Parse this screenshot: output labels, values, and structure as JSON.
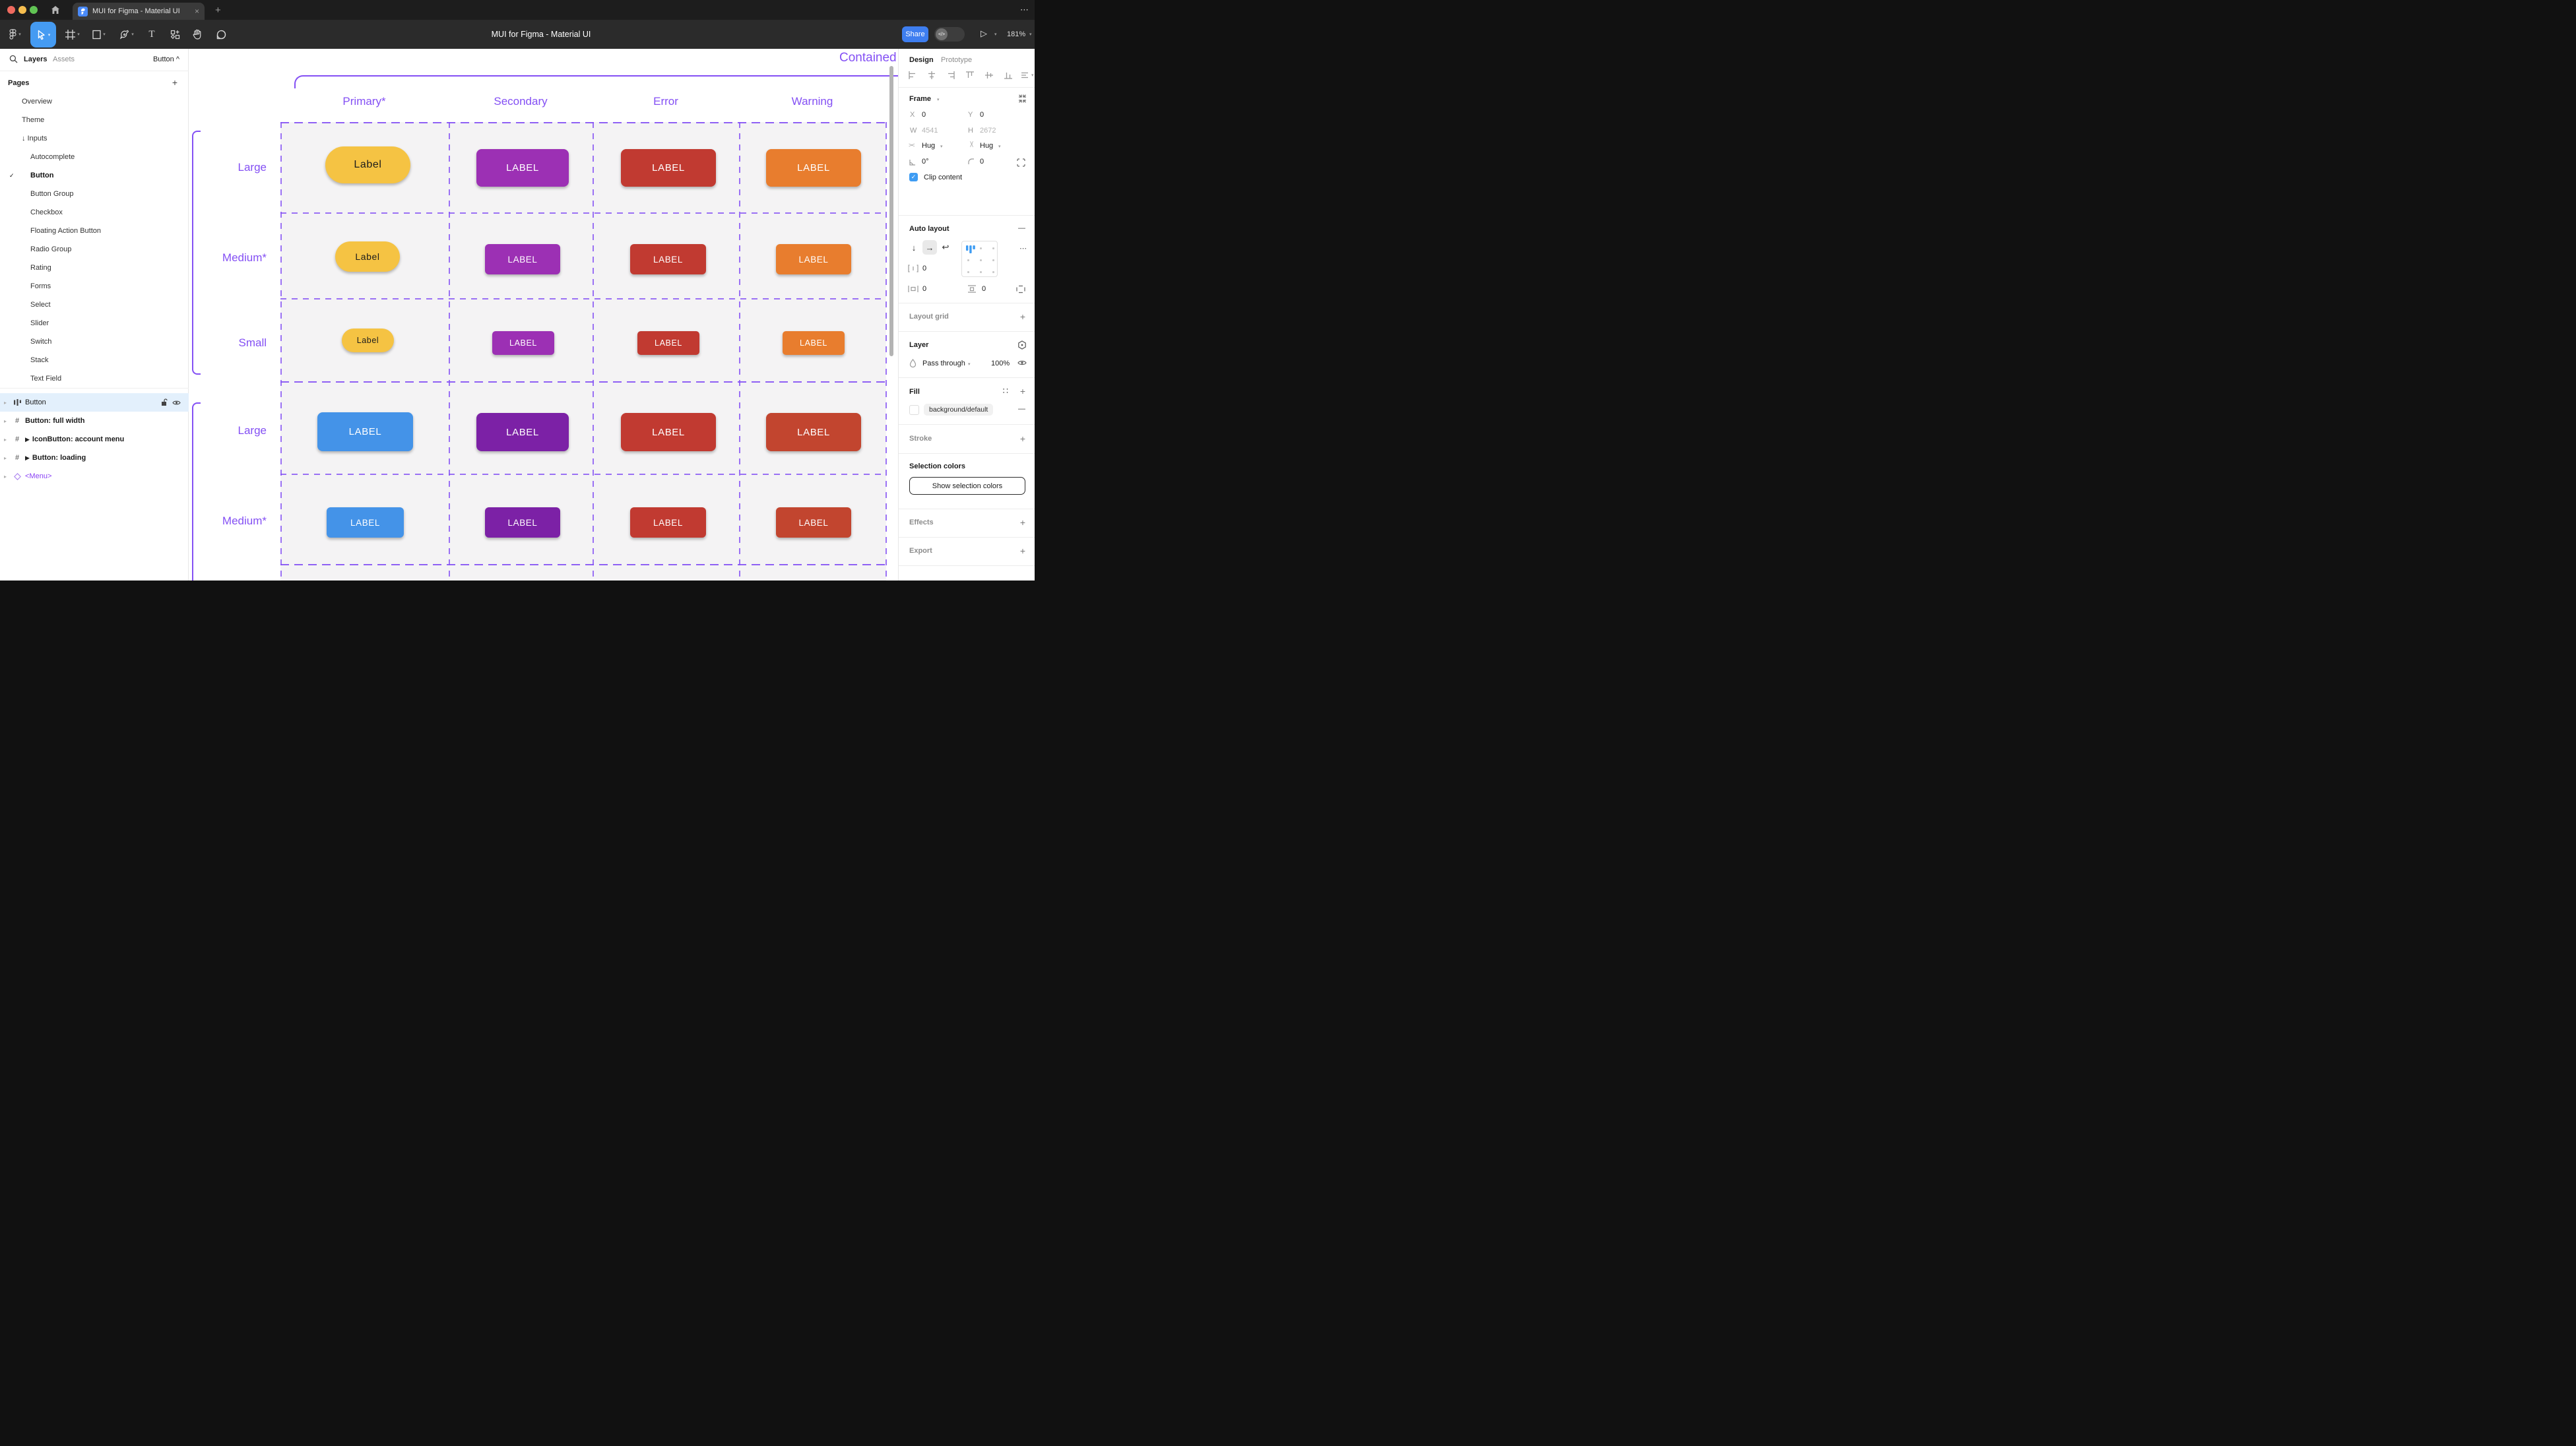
{
  "window": {
    "tab_title": "MUI for Figma - Material UI",
    "close_tab": "×",
    "new_tab": "+",
    "overflow": "⋯"
  },
  "toolbar": {
    "doc_title": "MUI for Figma - Material UI",
    "share": "Share",
    "dev_toggle_glyph": "</>",
    "present_glyph": "▷",
    "zoom_level": "181%"
  },
  "sidebar": {
    "tabs": {
      "layers": "Layers",
      "assets": "Assets"
    },
    "page_selector": "Button ^",
    "pages_header": "Pages",
    "add_page": "+",
    "pages": [
      {
        "label": "Overview",
        "indent": 1,
        "checked": false
      },
      {
        "label": "Theme",
        "indent": 1,
        "checked": false
      },
      {
        "label": "↓ Inputs",
        "indent": 1,
        "checked": false
      },
      {
        "label": "Autocomplete",
        "indent": 2,
        "checked": false
      },
      {
        "label": "Button",
        "indent": 2,
        "checked": true
      },
      {
        "label": "Button Group",
        "indent": 2,
        "checked": false
      },
      {
        "label": "Checkbox",
        "indent": 2,
        "checked": false
      },
      {
        "label": "Floating Action Button",
        "indent": 2,
        "checked": false
      },
      {
        "label": "Radio Group",
        "indent": 2,
        "checked": false
      },
      {
        "label": "Rating",
        "indent": 2,
        "checked": false
      },
      {
        "label": "Forms",
        "indent": 2,
        "checked": false
      },
      {
        "label": "Select",
        "indent": 2,
        "checked": false
      },
      {
        "label": "Slider",
        "indent": 2,
        "checked": false
      },
      {
        "label": "Switch",
        "indent": 2,
        "checked": false
      },
      {
        "label": "Stack",
        "indent": 2,
        "checked": false
      },
      {
        "label": "Text Field",
        "indent": 2,
        "checked": false
      }
    ],
    "layers": [
      {
        "label": "Button",
        "icon": "autolayout",
        "selected": true,
        "bold": false,
        "lock": true,
        "eye": true,
        "play": false,
        "purple": false
      },
      {
        "label": "Button: full width",
        "icon": "frame",
        "selected": false,
        "bold": true,
        "lock": false,
        "eye": false,
        "play": false,
        "purple": false
      },
      {
        "label": "IconButton: account menu",
        "icon": "frame",
        "selected": false,
        "bold": true,
        "lock": false,
        "eye": false,
        "play": true,
        "purple": false
      },
      {
        "label": "Button: loading",
        "icon": "frame",
        "selected": false,
        "bold": true,
        "lock": false,
        "eye": false,
        "play": true,
        "purple": false
      },
      {
        "label": "<Menu>",
        "icon": "diamond",
        "selected": false,
        "bold": false,
        "lock": false,
        "eye": false,
        "play": false,
        "purple": true
      }
    ]
  },
  "canvas": {
    "frame_title": "Contained",
    "column_headers": [
      "Primary*",
      "Secondary",
      "Error",
      "Warning"
    ],
    "row_labels": [
      "Large",
      "Medium*",
      "Small",
      "Large",
      "Medium*"
    ],
    "accent": "#8450F4",
    "button_rows": [
      [
        {
          "label": "Label",
          "bg": "#F5C343",
          "fg": "#1c1c1c"
        },
        {
          "label": "LABEL",
          "bg": "#9C30B4",
          "fg": "#ffffff"
        },
        {
          "label": "LABEL",
          "bg": "#C13A31",
          "fg": "#ffffff"
        },
        {
          "label": "LABEL",
          "bg": "#E87D2E",
          "fg": "#ffffff"
        }
      ],
      [
        {
          "label": "Label",
          "bg": "#F5C343",
          "fg": "#1c1c1c"
        },
        {
          "label": "LABEL",
          "bg": "#9C30B4",
          "fg": "#ffffff"
        },
        {
          "label": "LABEL",
          "bg": "#C13A31",
          "fg": "#ffffff"
        },
        {
          "label": "LABEL",
          "bg": "#E87D2E",
          "fg": "#ffffff"
        }
      ],
      [
        {
          "label": "Label",
          "bg": "#F5C343",
          "fg": "#1c1c1c"
        },
        {
          "label": "LABEL",
          "bg": "#9C30B4",
          "fg": "#ffffff"
        },
        {
          "label": "LABEL",
          "bg": "#C13A31",
          "fg": "#ffffff"
        },
        {
          "label": "LABEL",
          "bg": "#E87D2E",
          "fg": "#ffffff"
        }
      ],
      [
        {
          "label": "LABEL",
          "bg": "#4493E8",
          "fg": "#ffffff"
        },
        {
          "label": "LABEL",
          "bg": "#7C21A6",
          "fg": "#ffffff"
        },
        {
          "label": "LABEL",
          "bg": "#C13A31",
          "fg": "#ffffff"
        },
        {
          "label": "LABEL",
          "bg": "#C2452F",
          "fg": "#ffffff"
        }
      ],
      [
        {
          "label": "LABEL",
          "bg": "#4493E8",
          "fg": "#ffffff"
        },
        {
          "label": "LABEL",
          "bg": "#7C21A6",
          "fg": "#ffffff"
        },
        {
          "label": "LABEL",
          "bg": "#C13A31",
          "fg": "#ffffff"
        },
        {
          "label": "LABEL",
          "bg": "#C2452F",
          "fg": "#ffffff"
        }
      ]
    ]
  },
  "inspector": {
    "tabs": {
      "design": "Design",
      "prototype": "Prototype"
    },
    "frame": {
      "section": "Frame",
      "x_label": "X",
      "x": "0",
      "y_label": "Y",
      "y": "0",
      "w_label": "W",
      "w": "4541",
      "h_label": "H",
      "h": "2672",
      "hug_h": "Hug",
      "hug_v": "Hug",
      "rotation": "0°",
      "radius": "0",
      "clip": "Clip content"
    },
    "auto_layout": {
      "section": "Auto layout",
      "remove": "—",
      "more": "⋯",
      "gap": "0",
      "pad_h": "0",
      "pad_v": "0",
      "dir_down": "↓",
      "dir_right": "→",
      "dir_wrap": "↩"
    },
    "layout_grid": {
      "section": "Layout grid",
      "add": "+"
    },
    "layer": {
      "section": "Layer",
      "blend": "Pass through",
      "opacity": "100%"
    },
    "fill": {
      "section": "Fill",
      "token": "background/default",
      "styles_glyph": "∷",
      "add": "+",
      "remove": "—"
    },
    "stroke": {
      "section": "Stroke",
      "add": "+"
    },
    "selection_colors": {
      "section": "Selection colors",
      "button": "Show selection colors"
    },
    "effects": {
      "section": "Effects",
      "add": "+"
    },
    "export": {
      "section": "Export",
      "add": "+"
    }
  },
  "colors": {
    "accent_purple": "#8450F4",
    "figma_blue": "#459BF2",
    "share_blue": "#3E7EF0",
    "selection_row": "#E3F0FC",
    "traffic": [
      "#EE6A5F",
      "#F5BD4F",
      "#61C454"
    ]
  }
}
